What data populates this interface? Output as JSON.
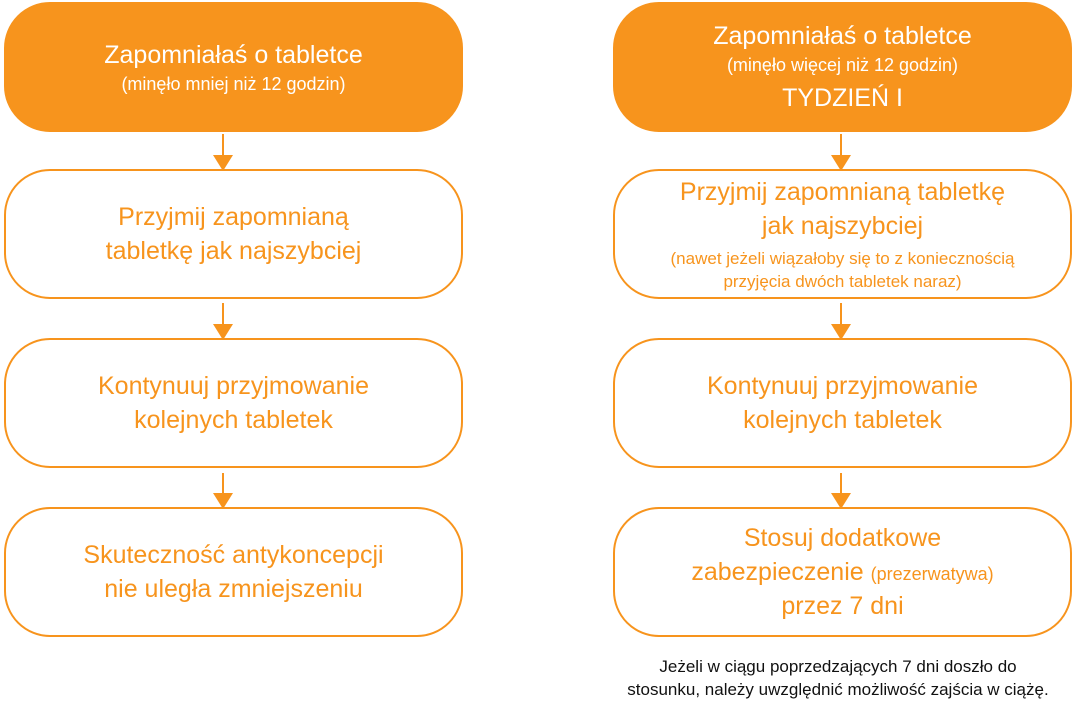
{
  "left": {
    "header": {
      "title": "Zapomniałaś o tabletce",
      "subtitle": "(minęło mniej niż 12 godzin)"
    },
    "steps": [
      {
        "lines": [
          "Przyjmij zapomnianą",
          "tabletkę jak najszybciej"
        ]
      },
      {
        "lines": [
          "Kontynuuj przyjmowanie",
          "kolejnych tabletek"
        ]
      },
      {
        "lines": [
          "Skuteczność antykoncepcji",
          "nie uległa zmniejszeniu"
        ]
      }
    ]
  },
  "right": {
    "header": {
      "title": "Zapomniałaś o tabletce",
      "subtitle": "(minęło więcej niż 12 godzin)",
      "week": "TYDZIEŃ I"
    },
    "step1": {
      "lines": [
        "Przyjmij zapomnianą tabletkę",
        "jak najszybciej"
      ],
      "note": [
        "(nawet jeżeli wiązałoby się to z koniecznością",
        "przyjęcia dwóch tabletek naraz)"
      ]
    },
    "step2": {
      "lines": [
        "Kontynuuj przyjmowanie",
        "kolejnych tabletek"
      ]
    },
    "step3": {
      "line1": "Stosuj dodatkowe",
      "line2": "zabezpieczenie",
      "line2_note": "(prezerwatywa)",
      "line3": "przez 7 dni"
    },
    "footnote": [
      "Jeżeli w ciągu poprzedzających 7 dni doszło do",
      "stosunku, należy uwzględnić możliwość zajścia w ciążę."
    ]
  }
}
